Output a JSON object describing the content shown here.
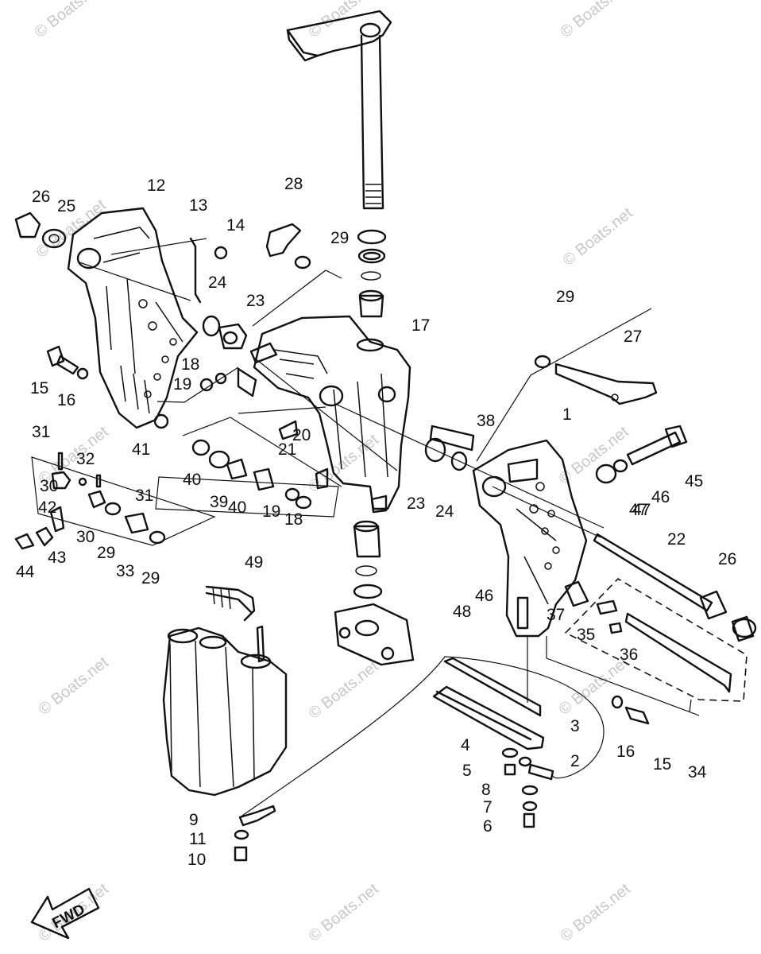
{
  "watermark": "© Boats.net",
  "fwd_label": "FWD",
  "callouts": [
    "1",
    "2",
    "3",
    "4",
    "5",
    "6",
    "7",
    "8",
    "9",
    "11",
    "10",
    "12",
    "13",
    "14",
    "15",
    "16",
    "17",
    "18",
    "19",
    "20",
    "21",
    "22",
    "23",
    "24",
    "25",
    "26",
    "27",
    "28",
    "29",
    "30",
    "31",
    "32",
    "33",
    "34",
    "35",
    "36",
    "37",
    "38",
    "39",
    "40",
    "41",
    "42",
    "43",
    "44",
    "45",
    "46",
    "47",
    "48",
    "49"
  ],
  "callout_positions_note": ""
}
